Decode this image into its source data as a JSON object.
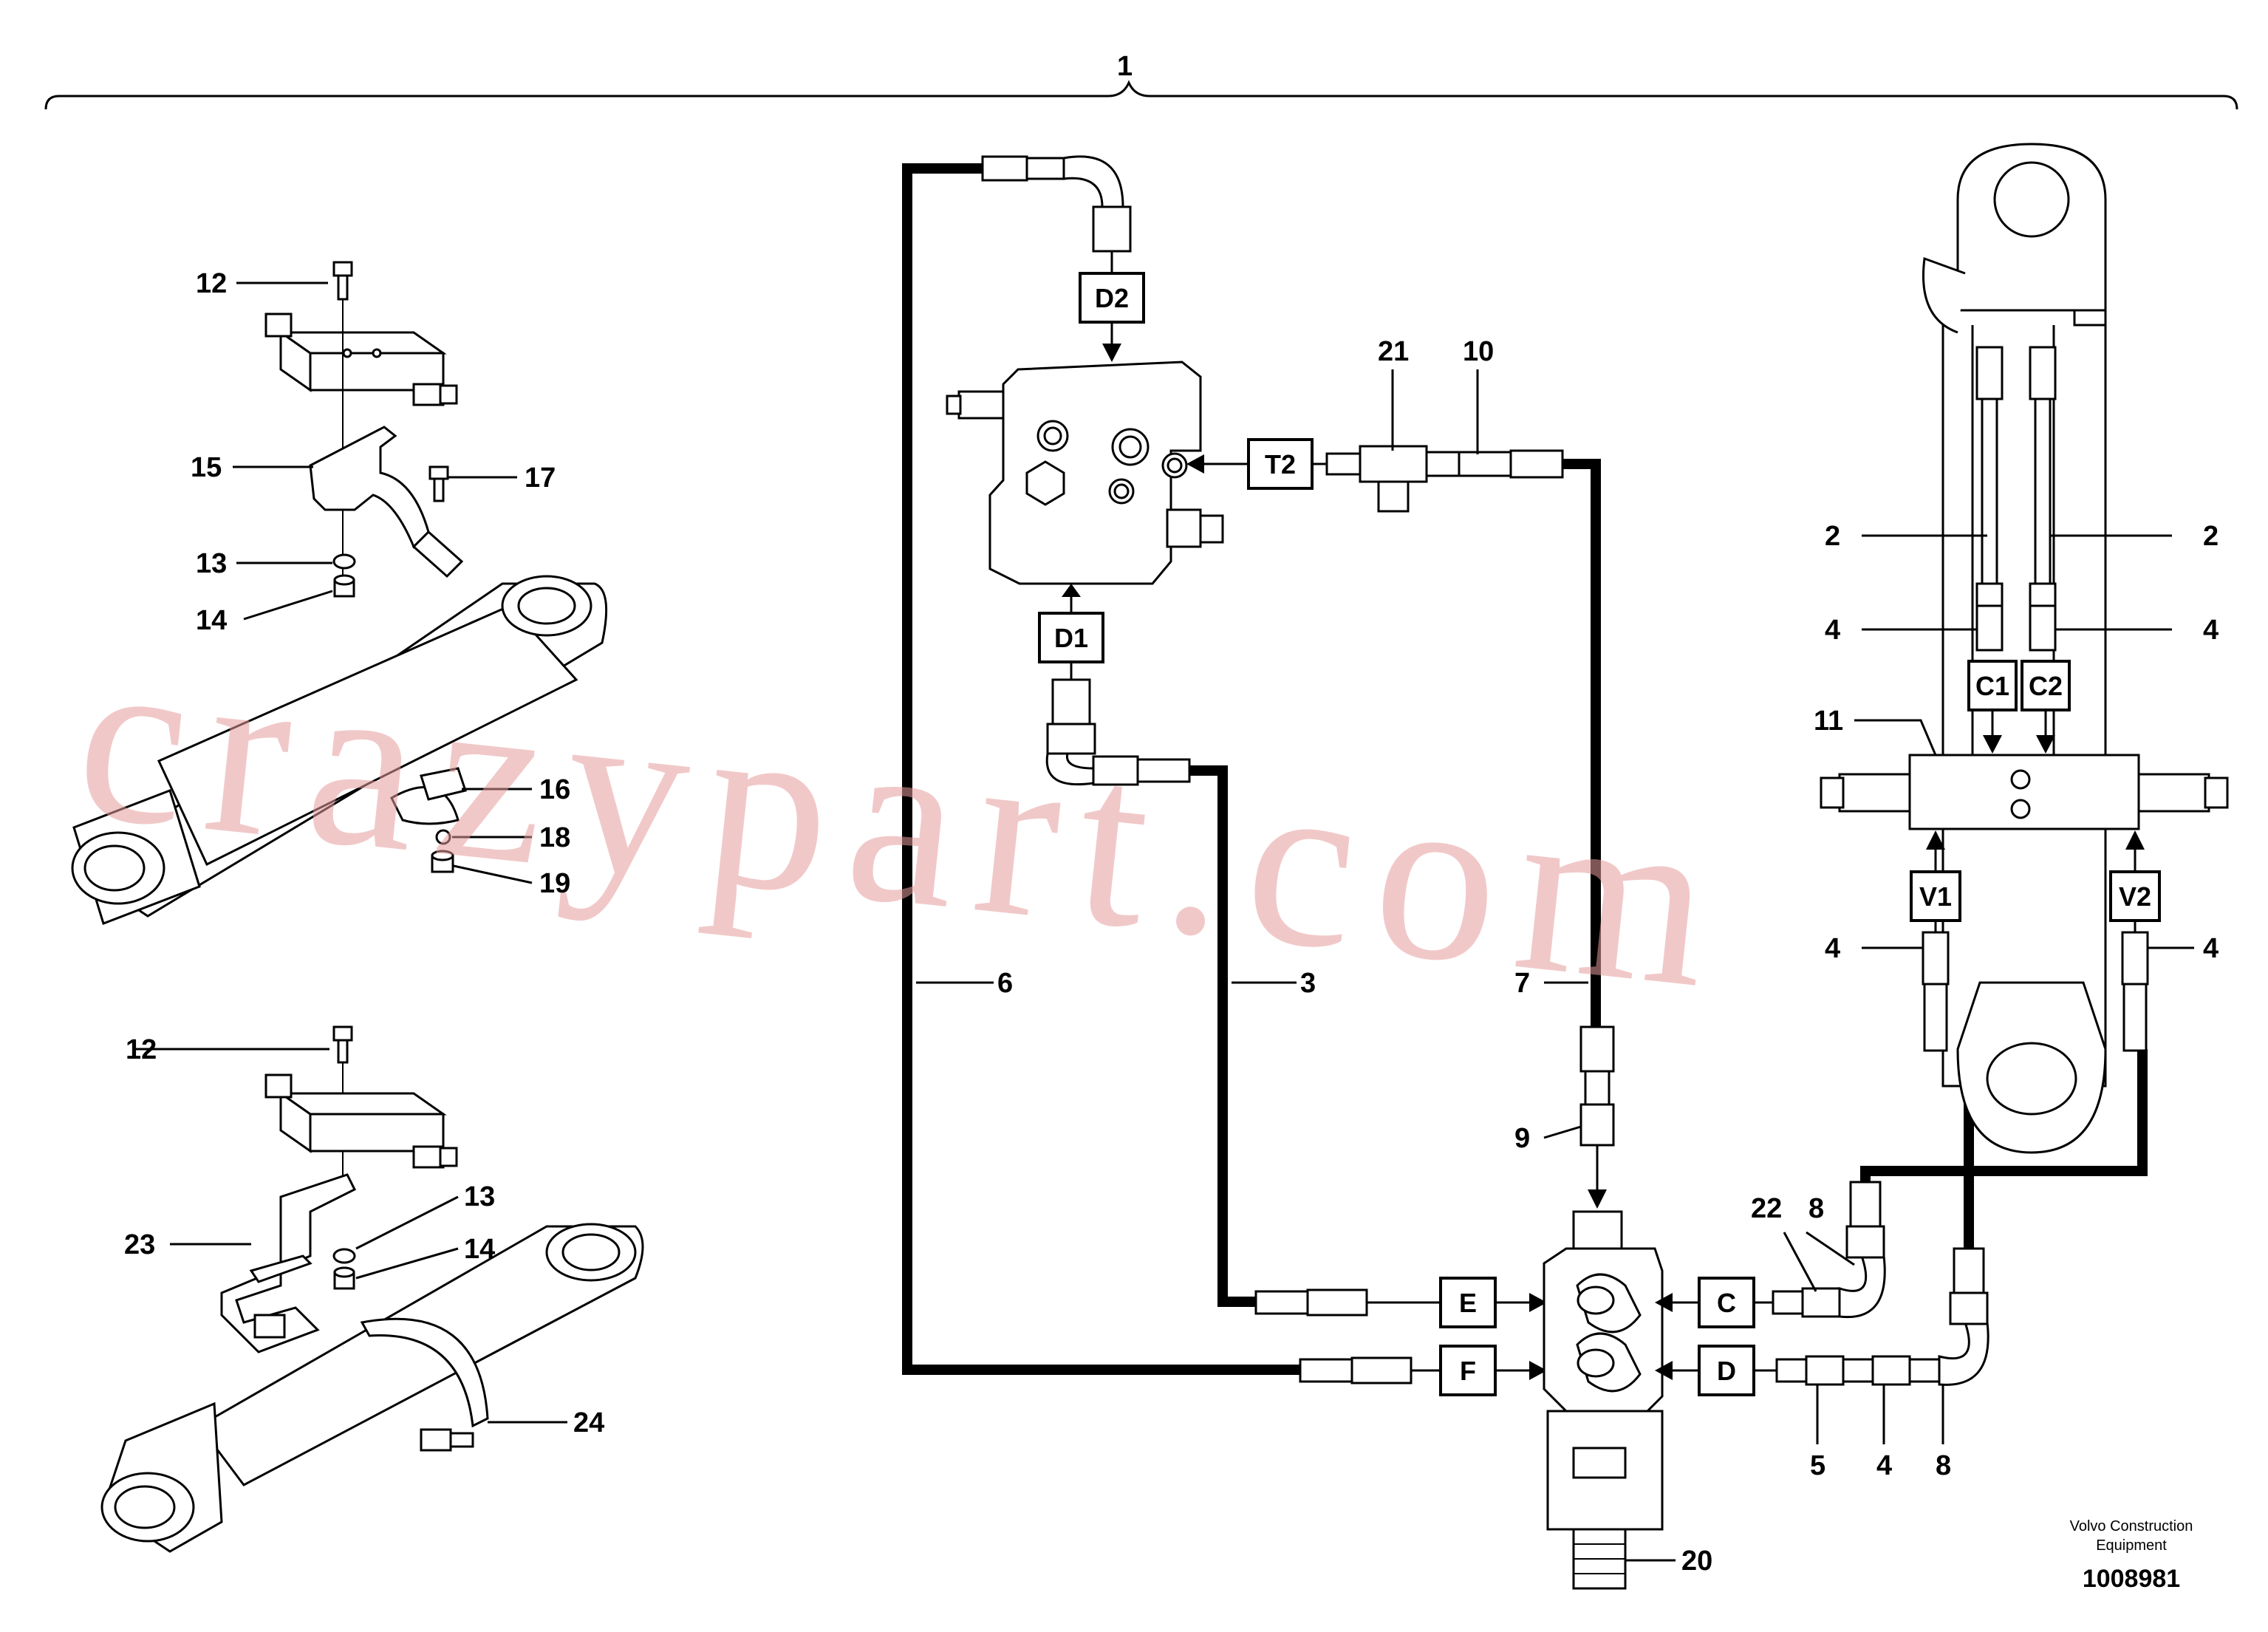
{
  "assembly_number": "1",
  "watermark": "crazypart.com",
  "footer": {
    "company_line1": "Volvo Construction",
    "company_line2": "Equipment",
    "drawing_number": "1008981"
  },
  "port_labels": {
    "D2": "D2",
    "D1": "D1",
    "T2": "T2",
    "C1": "C1",
    "C2": "C2",
    "V1": "V1",
    "V2": "V2",
    "E": "E",
    "F": "F",
    "C": "C",
    "D": "D"
  },
  "callouts": {
    "c12a": "12",
    "c15": "15",
    "c17": "17",
    "c13a": "13",
    "c14a": "14",
    "c16": "16",
    "c18": "18",
    "c19": "19",
    "c12b": "12",
    "c13b": "13",
    "c14b": "14",
    "c23": "23",
    "c24": "24",
    "c21": "21",
    "c10": "10",
    "c6": "6",
    "c3": "3",
    "c7": "7",
    "c9": "9",
    "c22": "22",
    "c8a": "8",
    "c5": "5",
    "c4c": "4",
    "c8b": "8",
    "c20": "20",
    "c2l": "2",
    "c2r": "2",
    "c4a": "4",
    "c4b": "4",
    "c11": "11",
    "c4d": "4",
    "c4e": "4"
  }
}
